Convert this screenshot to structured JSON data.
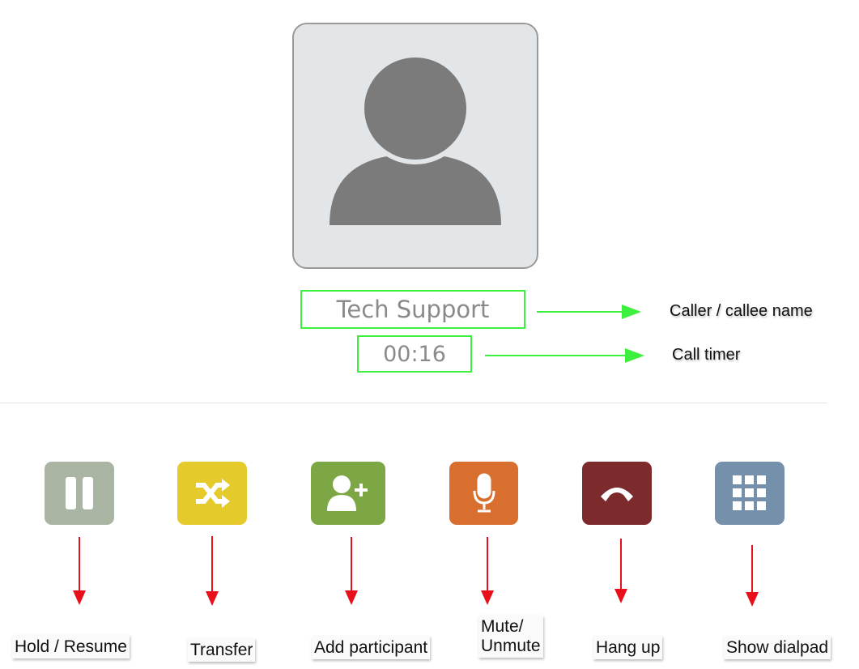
{
  "call": {
    "name": "Tech Support",
    "timer": "00:16"
  },
  "annotations": {
    "name": "Caller / callee name",
    "timer": "Call timer"
  },
  "buttons": [
    {
      "id": "hold",
      "label": "Hold / Resume",
      "icon": "pause-icon",
      "color": "#a9b5a2"
    },
    {
      "id": "transfer",
      "label": "Transfer",
      "icon": "shuffle-icon",
      "color": "#e4ca2a"
    },
    {
      "id": "add",
      "label": "Add participant",
      "icon": "add-user-icon",
      "color": "#7da744"
    },
    {
      "id": "mute",
      "label_line1": "Mute/",
      "label_line2": "Unmute",
      "icon": "microphone-icon",
      "color": "#d86f2e"
    },
    {
      "id": "hangup",
      "label": "Hang up",
      "icon": "phone-hangup-icon",
      "color": "#7c2a2c"
    },
    {
      "id": "dialpad",
      "label": "Show dialpad",
      "icon": "dialpad-icon",
      "color": "#7590aa"
    }
  ]
}
